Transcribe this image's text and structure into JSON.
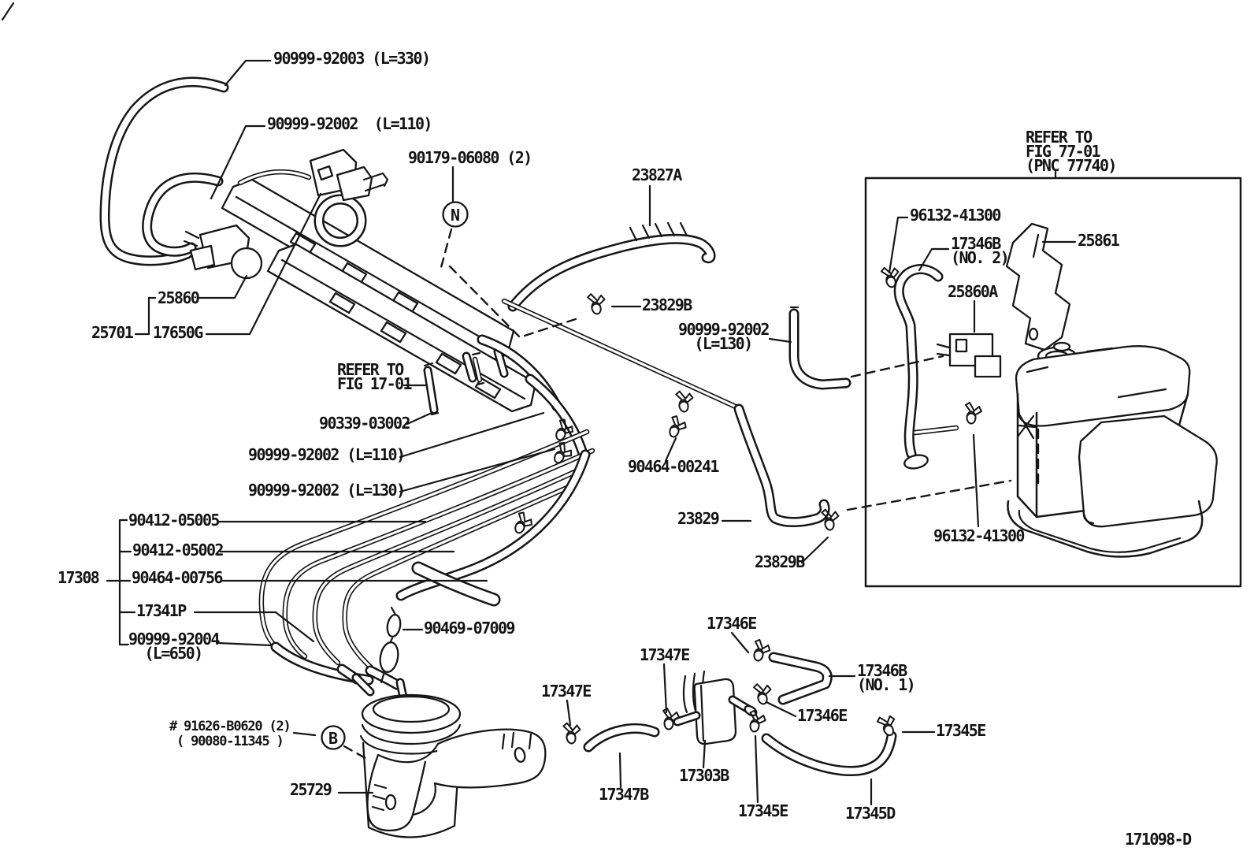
{
  "figure": {
    "code": "171098-D",
    "circled_n": "N",
    "circled_b": "B"
  },
  "labels": {
    "hose_330": "90999-92003 (L=330)",
    "hose_110_top": "90999-92002  (L=110)",
    "bolt_90179": "90179-06080 (2)",
    "part_23827a": "23827A",
    "refer_77": "REFER TO\nFIG 77-01\n(PNC 77740)",
    "clamp_96132_top": "96132-41300",
    "hose_17346b_no2": "17346B\n(NO. 2)",
    "part_25861": "25861",
    "part_25860a": "25860A",
    "part_25860": "25860",
    "part_25701": "25701",
    "part_17650g": "17650G",
    "clamp_23829b_top": "23829B",
    "hose_130_right": "90999-92002\n(L=130)",
    "refer_17": "REFER TO\nFIG 17-01",
    "part_90339": "90339-03002",
    "hose_110_mid": "90999-92002 (L=110)",
    "hose_130_mid": "90999-92002 (L=130)",
    "clamp_90464_00241": "90464-00241",
    "pipe_90412_05005": "90412-05005",
    "pipe_90412_05002": "90412-05002",
    "asm_17308": "17308",
    "pipe_90464_00756": "90464-00756",
    "pipe_17341p": "17341P",
    "hose_650": "90999-92004\n(L=650)",
    "hose_23829": "23829",
    "clamp_23829b_bot": "23829B",
    "clamp_96132_bot": "96132-41300",
    "grommet_90469": "90469-07009",
    "clamp_17346e_top": "17346E",
    "clamp_17347e_mid": "17347E",
    "clamp_17347e_left": "17347E",
    "hose_17346b_no1": "17346B\n(NO. 1)",
    "clamp_17346e_mid": "17346E",
    "clamp_17345e_right": "17345E",
    "valve_17303b": "17303B",
    "hose_17347b": "17347B",
    "clamp_17345e_bot": "17345E",
    "hose_17345d": "17345D",
    "bolt_91626": "# 91626-B0620 (2)\n ( 90080-11345 )",
    "part_25729": "25729",
    "fig_code": "171098-D"
  }
}
